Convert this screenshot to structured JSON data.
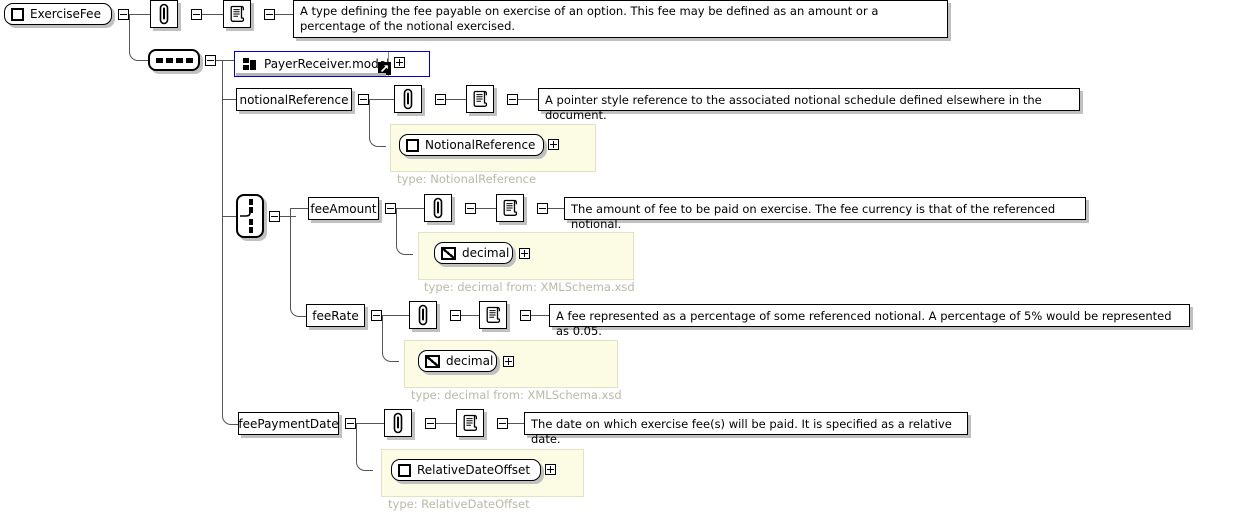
{
  "diagram": {
    "title": "ExerciseFee",
    "root": {
      "name": "ExerciseFee",
      "icon": "element-square-icon",
      "toggle": "minus"
    },
    "annotation_icon": "paperclip-icon",
    "documentation_icon": "document-scroll-icon",
    "root_documentation": "A type defining the fee payable on exercise of an option. This fee may be defined as an amount or a percentage of the notional exercised.",
    "sequence_connector": {
      "icon": "sequence-compositor-icon",
      "toggle": "minus"
    },
    "choice_connector": {
      "icon": "choice-compositor-icon",
      "toggle": "minus"
    },
    "model_group_ref": {
      "label": "PayerReceiver.model",
      "icon": "model-group-icon",
      "link_badge": "external-link-arrow-icon",
      "toggle": "plus",
      "border_color": "#0000cc"
    },
    "elements": [
      {
        "name": "notionalReference",
        "toggle": "minus",
        "documentation": "A pointer style reference to the associated notional schedule defined elsewhere in the document.",
        "type_node": {
          "label": "NotionalReference",
          "icon": "element-square-icon",
          "toggle": "plus",
          "type_text": "type: NotionalReference"
        }
      },
      {
        "name": "feeAmount",
        "toggle": "minus",
        "documentation": "The amount of fee to be paid on exercise. The fee currency is that of the referenced notional.",
        "type_node": {
          "label": "decimal",
          "icon": "simple-type-icon",
          "toggle": "plus",
          "type_text": "type: decimal from: XMLSchema.xsd"
        }
      },
      {
        "name": "feeRate",
        "toggle": "minus",
        "documentation": "A fee represented as a percentage of some referenced notional. A percentage of 5% would be represented as 0.05.",
        "type_node": {
          "label": "decimal",
          "icon": "simple-type-icon",
          "toggle": "plus",
          "type_text": "type: decimal from: XMLSchema.xsd"
        }
      },
      {
        "name": "feePaymentDate",
        "toggle": "minus",
        "documentation": "The date on which exercise fee(s) will be paid. It is specified as a relative date.",
        "type_node": {
          "label": "RelativeDateOffset",
          "icon": "element-square-icon",
          "toggle": "plus",
          "type_text": "type: RelativeDateOffset"
        }
      }
    ],
    "colors": {
      "type_pane_background": "#fcfce4",
      "type_pane_border": "#e2e2c6",
      "type_label_text": "#b9b9a6",
      "reference_border": "#0000cc",
      "line": "#555555",
      "shadow": "#c0c0c0"
    }
  }
}
